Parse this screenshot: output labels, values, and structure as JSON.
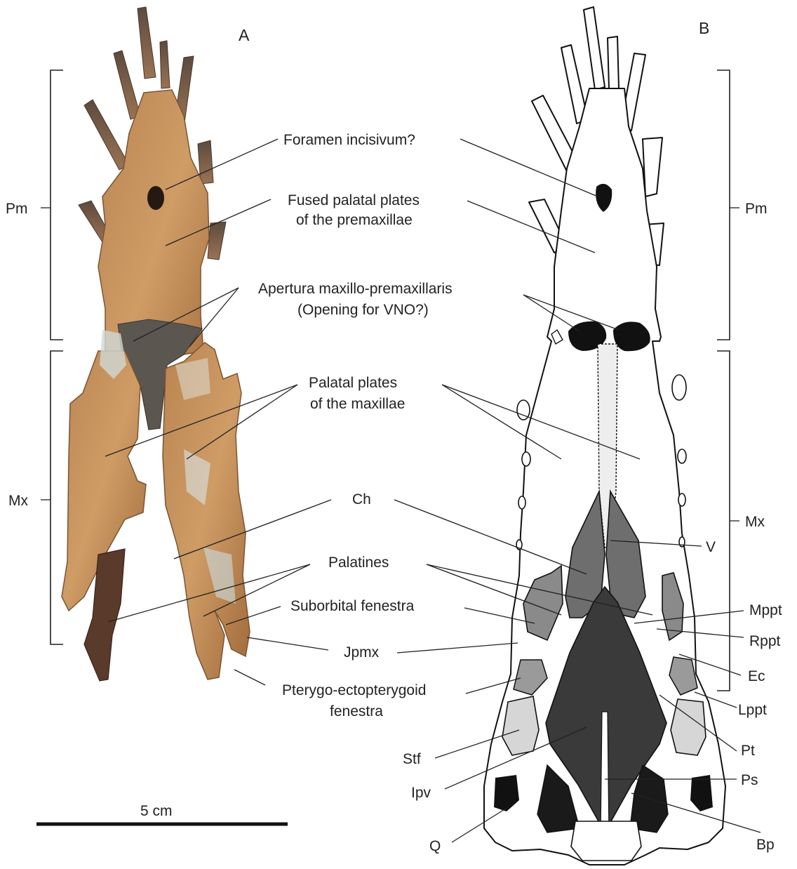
{
  "panels": {
    "a": "A",
    "b": "B"
  },
  "regions": {
    "pm": "Pm",
    "mx": "Mx"
  },
  "center_labels": {
    "foramen": "Foramen incisivum?",
    "fused_1": "Fused palatal plates",
    "fused_2": "of the premaxillae",
    "apertura_1": "Apertura maxillo-premaxillaris",
    "apertura_2": "(Opening for VNO?)",
    "palatal_1": "Palatal plates",
    "palatal_2": "of the maxillae",
    "ch": "Ch",
    "palatines": "Palatines",
    "suborbital": "Suborbital fenestra",
    "jpmx": "Jpmx",
    "ptery_1": "Pterygo-ectopterygoid",
    "ptery_2": "fenestra"
  },
  "right_labels": {
    "v": "V",
    "mppt": "Mppt",
    "rppt": "Rppt",
    "ec": "Ec",
    "lppt": "Lppt",
    "pt": "Pt",
    "ps": "Ps",
    "bp": "Bp"
  },
  "left_labels": {
    "stf": "Stf",
    "ipv": "Ipv",
    "q": "Q"
  },
  "scale_bar": {
    "label": "5 cm"
  },
  "colors": {
    "bone_light": "#c8935b",
    "bone_mid": "#a86f3e",
    "bone_dark": "#6b4a32",
    "grey_dark": "#3a3a3a",
    "grey_mid": "#7a7a7a",
    "grey_light": "#d4d4d4",
    "black": "#111111"
  }
}
